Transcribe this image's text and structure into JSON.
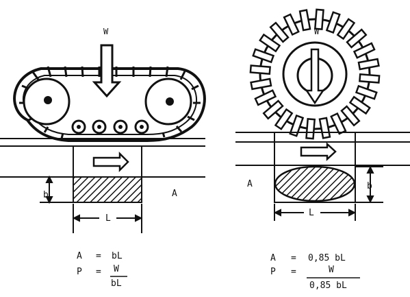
{
  "diagram": {
    "left": {
      "weight_label": "W",
      "dimension_b": "b",
      "dimension_L": "L",
      "area_label": "A",
      "formula_area_lhs": "A",
      "formula_area_eq": "=",
      "formula_area_rhs": "bL",
      "formula_pressure_lhs": "P",
      "formula_pressure_eq": "=",
      "formula_pressure_num": "W",
      "formula_pressure_den": "bL"
    },
    "right": {
      "weight_label": "W",
      "dimension_b": "b",
      "dimension_L": "L",
      "area_label": "A",
      "formula_area_lhs": "A",
      "formula_area_eq": "=",
      "formula_area_rhs": "0,85 bL",
      "formula_pressure_lhs": "P",
      "formula_pressure_eq": "=",
      "formula_pressure_num": "W",
      "formula_pressure_den": "0,85 bL"
    }
  }
}
